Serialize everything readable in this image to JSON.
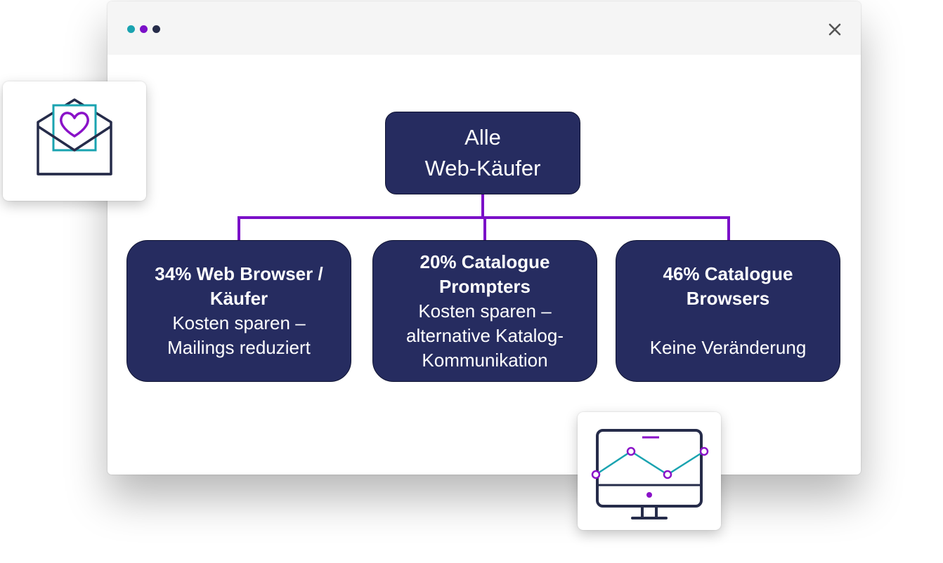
{
  "colors": {
    "window_dot_teal": "#1aa3b0",
    "window_dot_purple": "#7b10c8",
    "window_dot_navy": "#262c4a",
    "node_fill": "#262c60",
    "connector": "#7b10c8",
    "icon_outline": "#262c4a",
    "icon_accent_purple": "#8a12c8",
    "icon_accent_teal": "#1aa3b0"
  },
  "window": {
    "close_icon": "close-icon"
  },
  "diagram": {
    "root": {
      "line1": "Alle",
      "line2": "Web-Käufer"
    },
    "children": [
      {
        "title_line1": "34% Web Browser /",
        "title_line2": "Käufer",
        "desc_line1": "Kosten sparen –",
        "desc_line2": "Mailings reduziert"
      },
      {
        "title_line1": "20% Catalogue",
        "title_line2": "Prompters",
        "desc_line1": "Kosten sparen –",
        "desc_line2": "alternative Katalog-",
        "desc_line3": "Kommunikation"
      },
      {
        "title_line1": "46% Catalogue",
        "title_line2": "Browsers",
        "desc_line1": "Keine Veränderung"
      }
    ]
  },
  "icons": {
    "mail_card": "envelope-heart-icon",
    "monitor_card": "monitor-chart-icon"
  }
}
